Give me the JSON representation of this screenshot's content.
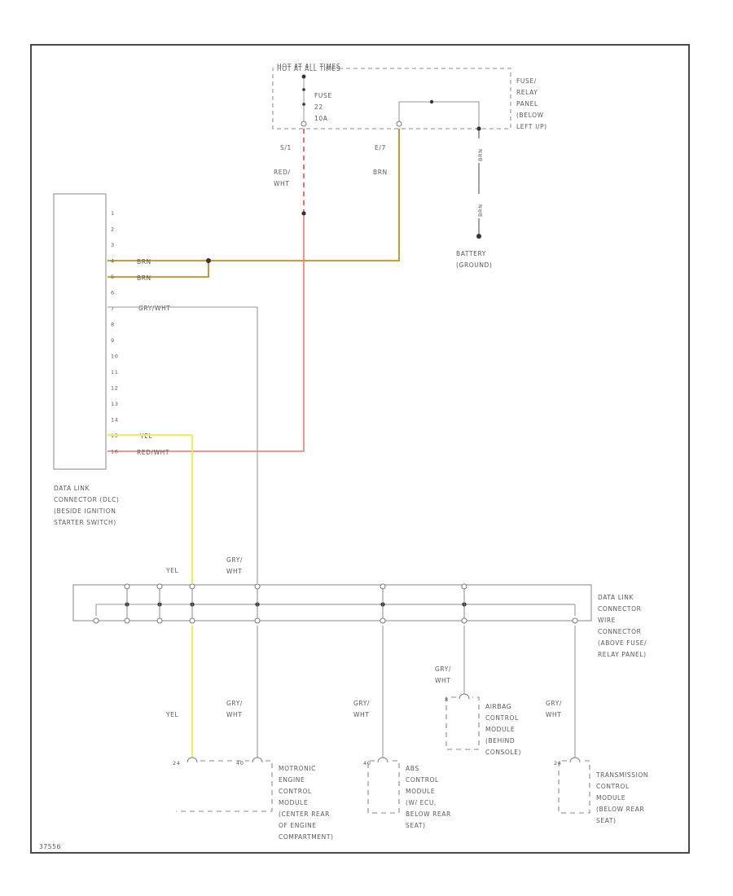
{
  "fuse_box": {
    "header": "HOT AT ALL TIMES",
    "fuse_line1": "FUSE",
    "fuse_line2": "22",
    "fuse_line3": "10A",
    "panel_line1": "FUSE/",
    "panel_line2": "RELAY",
    "panel_line3": "PANEL",
    "panel_line4": "(BELOW",
    "panel_line5": "LEFT I/P)",
    "terminal_red": "S/1",
    "terminal_brn": "E/7"
  },
  "wires": {
    "red_wht_1": "RED/",
    "red_wht_2": "WHT",
    "brn_top": "BRN",
    "gnd_brn_1": "BRN",
    "gnd_brn_2": "BRN",
    "brn_pin4": "BRN",
    "brn_pin5": "BRN",
    "gry_wht_pin7": "GRY/WHT",
    "yel_pin15": "YEL",
    "red_wht_pin16": "RED/WHT",
    "yel_upper": "YEL",
    "gry_upper_1": "GRY/",
    "gry_upper_2": "WHT",
    "yel_lower": "YEL",
    "gry_lower_1": "GRY/",
    "gry_lower_2": "WHT",
    "gry_abs_1": "GRY/",
    "gry_abs_2": "WHT",
    "gry_airbag_1": "GRY/",
    "gry_airbag_2": "WHT",
    "gry_trans_1": "GRY/",
    "gry_trans_2": "WHT"
  },
  "ground": {
    "line1": "BATTERY",
    "line2": "(GROUND)"
  },
  "dlc": {
    "pins": [
      "1",
      "2",
      "3",
      "4",
      "5",
      "6",
      "7",
      "8",
      "9",
      "10",
      "11",
      "12",
      "13",
      "14",
      "15",
      "16"
    ],
    "caption_line1": "DATA LINK",
    "caption_line2": "CONNECTOR (DLC)",
    "caption_line3": "(BESIDE IGNITION",
    "caption_line4": "STARTER SWITCH)"
  },
  "splice": {
    "line1": "DATA LINK",
    "line2": "CONNECTOR",
    "line3": "WIRE",
    "line4": "CONNECTOR",
    "line5": "(ABOVE FUSE/",
    "line6": "RELAY PANEL)"
  },
  "modules": {
    "engine_pin_a": "24",
    "engine_pin_b": "40",
    "engine_line1": "MOTRONIC",
    "engine_line2": "ENGINE",
    "engine_line3": "CONTROL",
    "engine_line4": "MODULE",
    "engine_line5": "(CENTER REAR",
    "engine_line6": "OF ENGINE",
    "engine_line7": "COMPARTMENT)",
    "abs_pin": "40",
    "abs_line1": "ABS",
    "abs_line2": "CONTROL",
    "abs_line3": "MODULE",
    "abs_line4": "(W/ ECU,",
    "abs_line5": "BELOW REAR",
    "abs_line6": "SEAT)",
    "airbag_pin": "8",
    "airbag_line1": "AIRBAG",
    "airbag_line2": "CONTROL",
    "airbag_line3": "MODULE",
    "airbag_line4": "(BEHIND",
    "airbag_line5": "CONSOLE)",
    "trans_pin": "24",
    "trans_line1": "TRANSMISSION",
    "trans_line2": "CONTROL",
    "trans_line3": "MODULE",
    "trans_line4": "(BELOW REAR",
    "trans_line5": "SEAT)"
  },
  "footer": {
    "figure_id": "37556"
  }
}
